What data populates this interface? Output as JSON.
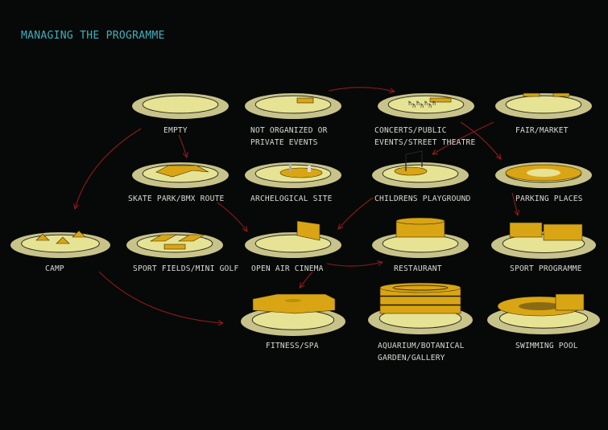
{
  "title": "MANAGING THE PROGRAMME",
  "colors": {
    "title": "#3fb0bd",
    "arrow": "#8e1a1c",
    "disc_outer": "#c8c38a",
    "disc_inner": "#e6e395",
    "object": "#d9a514"
  },
  "nodes": [
    {
      "id": "empty",
      "label": [
        "EMPTY"
      ]
    },
    {
      "id": "not-organized",
      "label": [
        "NOT ORGANIZED OR",
        "PRIVATE EVENTS"
      ]
    },
    {
      "id": "concerts",
      "label": [
        "CONCERTS/PUBLIC",
        "EVENTS/STREET THEATRE"
      ]
    },
    {
      "id": "fair-market",
      "label": [
        "FAIR/MARKET"
      ]
    },
    {
      "id": "skate-park",
      "label": [
        "SKATE PARK/BMX ROUTE"
      ]
    },
    {
      "id": "archeological-site",
      "label": [
        "ARCHELOGICAL SITE"
      ]
    },
    {
      "id": "childrens-playground",
      "label": [
        "CHILDRENS PLAYGROUND"
      ]
    },
    {
      "id": "parking-places",
      "label": [
        "PARKING PLACES"
      ]
    },
    {
      "id": "camp",
      "label": [
        "CAMP"
      ]
    },
    {
      "id": "sport-fields",
      "label": [
        "SPORT FIELDS/MINI GOLF"
      ]
    },
    {
      "id": "open-air-cinema",
      "label": [
        "OPEN AIR CINEMA"
      ]
    },
    {
      "id": "restaurant",
      "label": [
        "RESTAURANT"
      ]
    },
    {
      "id": "sport-programme",
      "label": [
        "SPORT PROGRAMME"
      ]
    },
    {
      "id": "fitness-spa",
      "label": [
        "FITNESS/SPA"
      ]
    },
    {
      "id": "aquarium",
      "label": [
        "AQUARIUM/BOTANICAL",
        "GARDEN/GALLERY"
      ]
    },
    {
      "id": "swimming-pool",
      "label": [
        "SWIMMING POOL"
      ]
    }
  ],
  "edges": [
    [
      "empty",
      "camp"
    ],
    [
      "empty",
      "skate-park"
    ],
    [
      "not-organized",
      "concerts"
    ],
    [
      "concerts",
      "parking-places"
    ],
    [
      "fair-market",
      "childrens-playground"
    ],
    [
      "skate-park",
      "open-air-cinema"
    ],
    [
      "childrens-playground",
      "open-air-cinema"
    ],
    [
      "parking-places",
      "sport-programme"
    ],
    [
      "open-air-cinema",
      "restaurant"
    ],
    [
      "open-air-cinema",
      "fitness-spa"
    ],
    [
      "camp",
      "fitness-spa"
    ]
  ]
}
